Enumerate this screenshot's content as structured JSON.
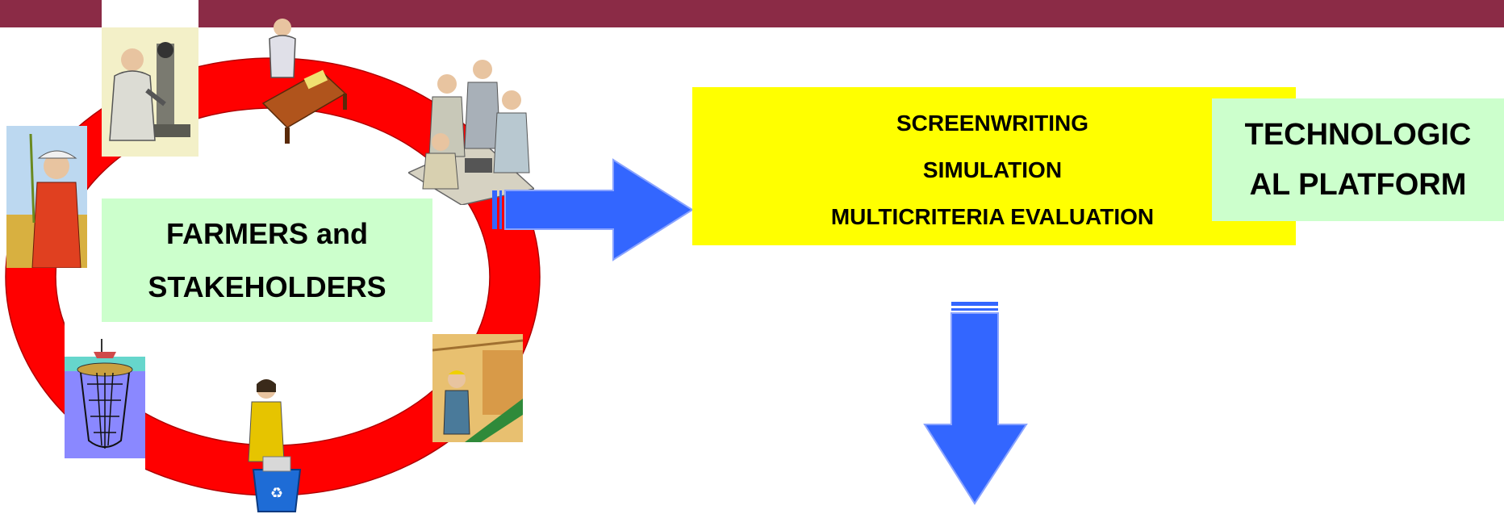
{
  "header": {
    "bar_color": "#8b2b46"
  },
  "cycle": {
    "label_lines": [
      "FARMERS and",
      "STAKEHOLDERS"
    ],
    "ring_color": "#ff0000",
    "label_bg": "#ccffcc",
    "figures": [
      "scientist-microscope-icon",
      "phone-desk-icon",
      "meeting-team-icon",
      "warehouse-worker-icon",
      "recycling-person-icon",
      "fishing-net-icon",
      "farmer-icon"
    ]
  },
  "process": {
    "steps": [
      "SCREENWRITING",
      "SIMULATION",
      "MULTICRITERIA EVALUATION"
    ],
    "box_color": "#ffff00"
  },
  "platform": {
    "label_lines": [
      "TECHNOLOGIC",
      "AL PLATFORM"
    ],
    "bg": "#ccffcc"
  },
  "arrows": {
    "color": "#3366ff"
  }
}
